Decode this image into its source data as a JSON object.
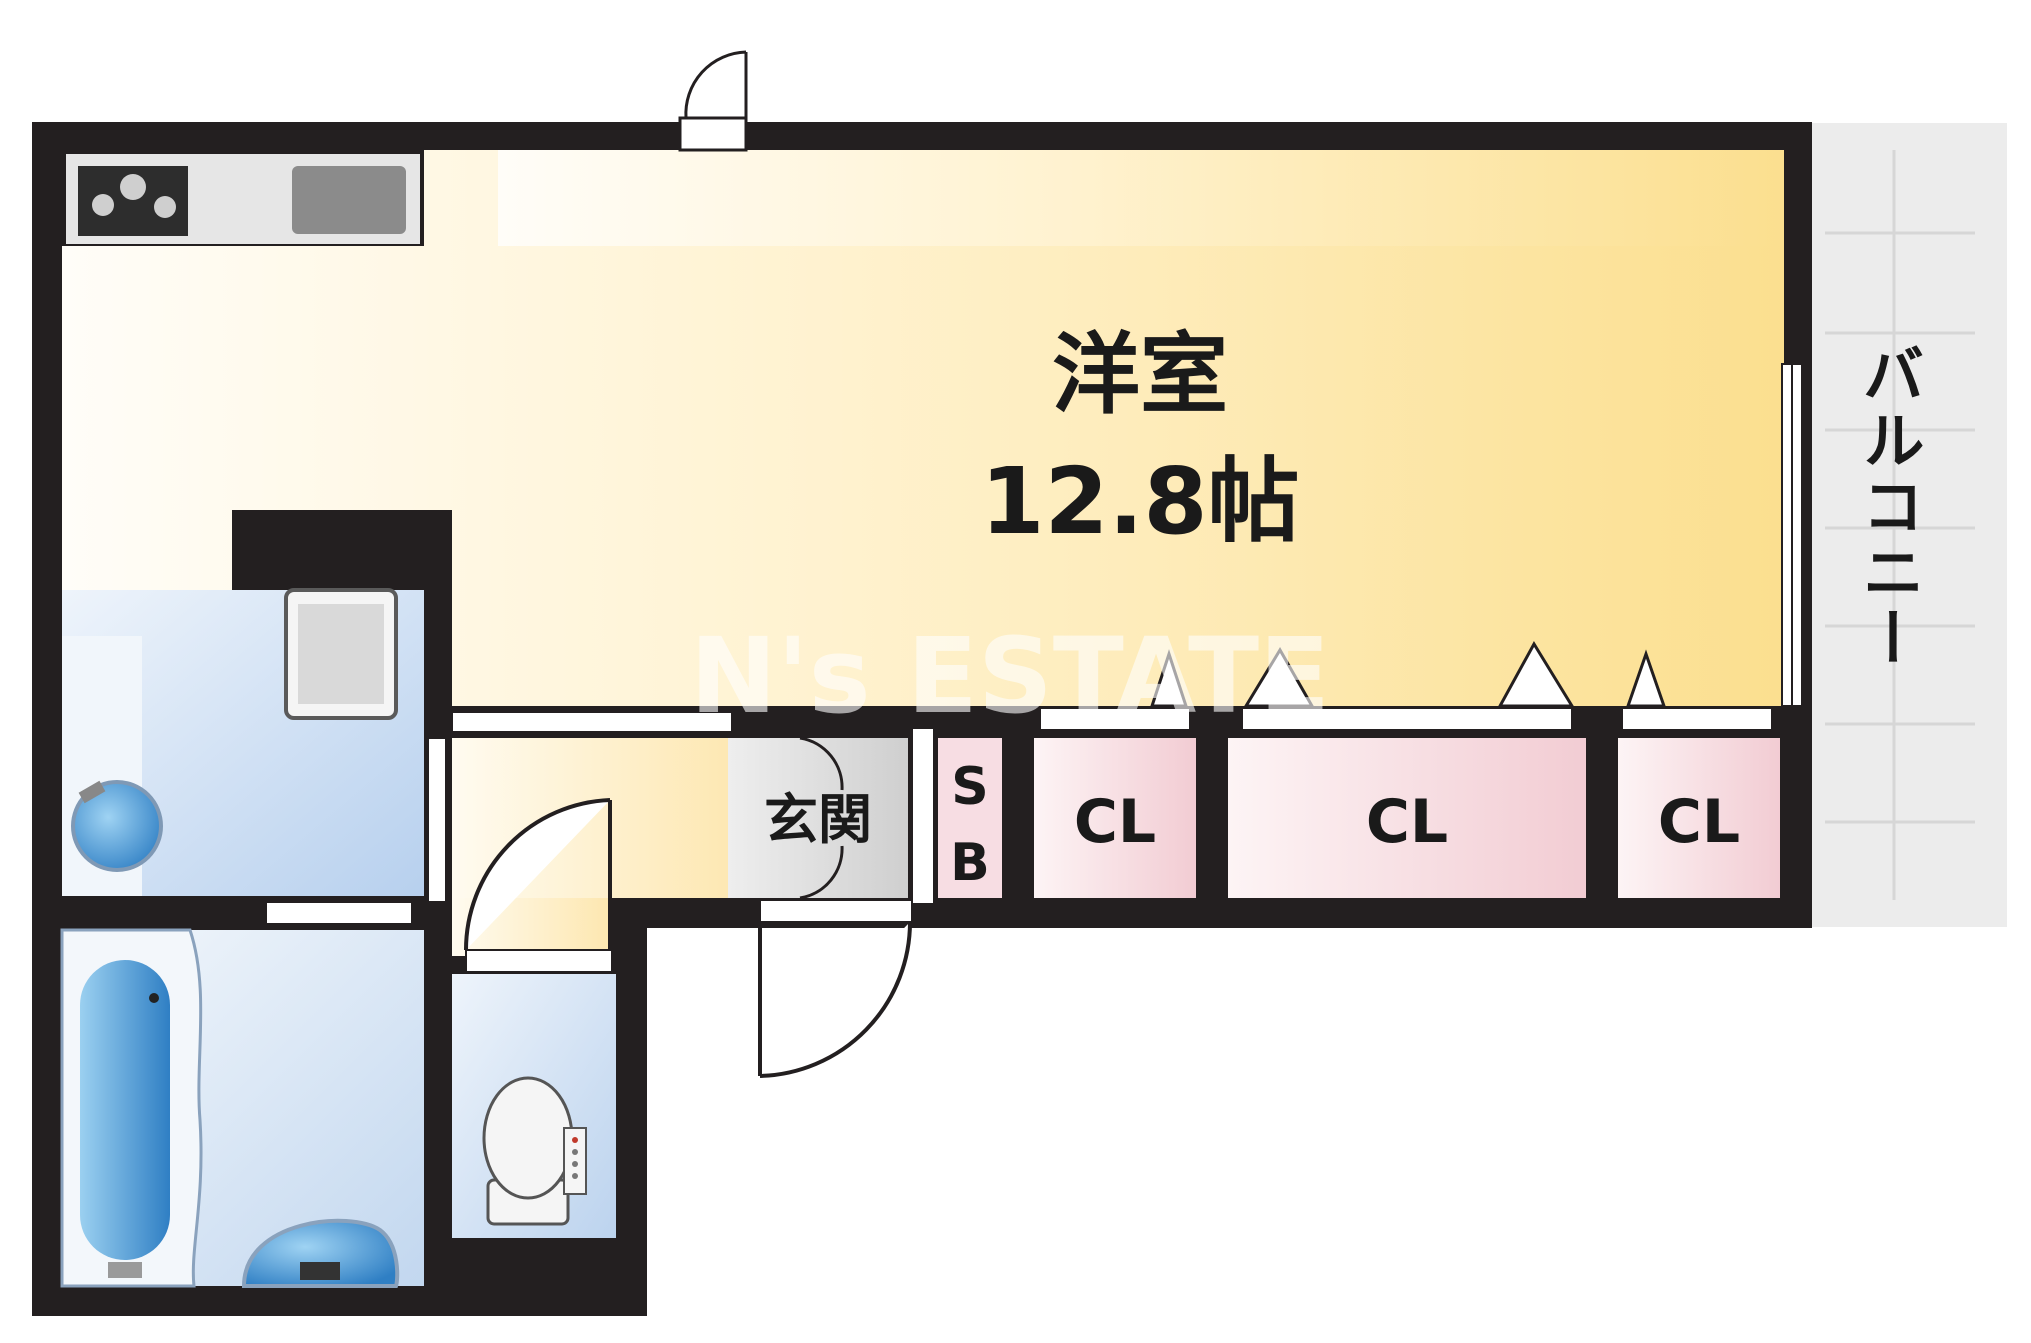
{
  "rooms": {
    "western_room": {
      "name": "洋室",
      "size": "12.8帖"
    },
    "balcony": "バルコニー",
    "entrance": "玄関",
    "shoe_box": {
      "line1": "S",
      "line2": "B"
    },
    "closets": [
      "CL",
      "CL",
      "CL"
    ]
  },
  "watermark": "N's ESTATE",
  "colors": {
    "wall": "#231f20",
    "room_warm": "#fce59a",
    "room_light": "#fffaf0",
    "wet_area_blue": "#c5daf0",
    "closet_pink": "#f7dde3",
    "entrance_grey": "#dcdcdc",
    "balcony_grey": "#ececec"
  }
}
